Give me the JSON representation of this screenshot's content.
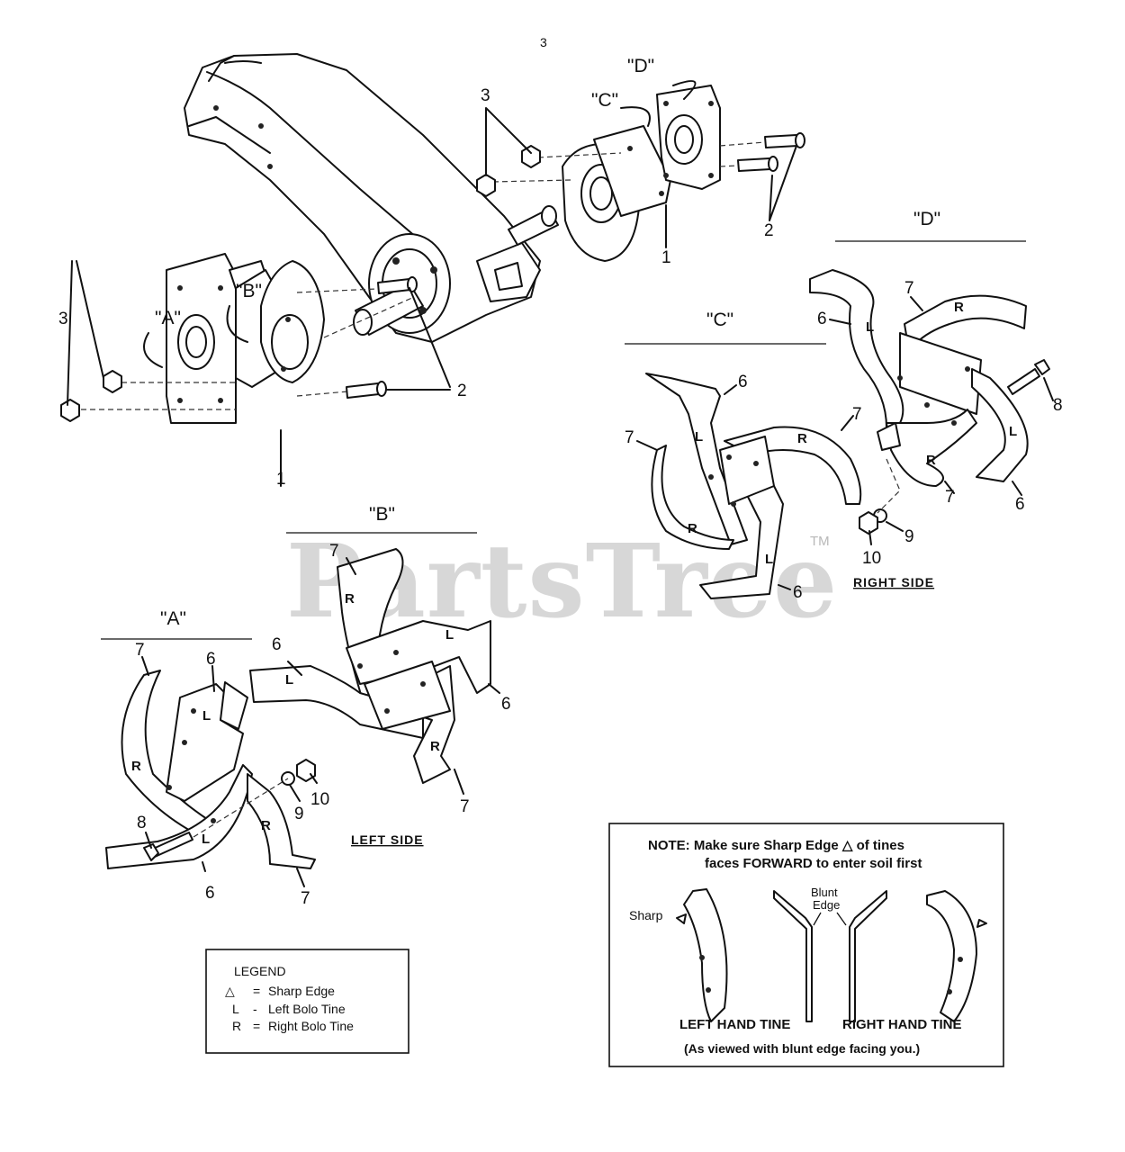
{
  "page_number": "3",
  "group_labels": {
    "a_top": "\"A\"",
    "b_top": "\"B\"",
    "c_top": "\"C\"",
    "d_top": "\"D\"",
    "a": "\"A\"",
    "b": "\"B\"",
    "c": "\"C\"",
    "d": "\"D\""
  },
  "callouts": {
    "one": "1",
    "two": "2",
    "three": "3",
    "six": "6",
    "seven": "7",
    "eight": "8",
    "nine": "9",
    "ten": "10"
  },
  "tine_letters": {
    "left": "L",
    "right": "R"
  },
  "side_labels": {
    "left": "LEFT SIDE",
    "right": "RIGHT SIDE"
  },
  "watermark": {
    "text": "PartsTree",
    "mark": "TM"
  },
  "legend": {
    "title": "LEGEND",
    "items": [
      {
        "symbol": "△",
        "sep": "=",
        "text": "Sharp Edge"
      },
      {
        "symbol": "L",
        "sep": "-",
        "text": "Left Bolo Tine"
      },
      {
        "symbol": "R",
        "sep": "=",
        "text": "Right Bolo Tine"
      }
    ]
  },
  "note": {
    "line1": "NOTE:  Make sure Sharp Edge △ of tines",
    "line2": "faces FORWARD to enter soil first",
    "sharp": "Sharp",
    "blunt1": "Blunt",
    "blunt2": "Edge",
    "left_hand": "LEFT HAND TINE",
    "right_hand": "RIGHT HAND TINE",
    "viewed": "(As viewed with blunt edge facing you.)"
  }
}
